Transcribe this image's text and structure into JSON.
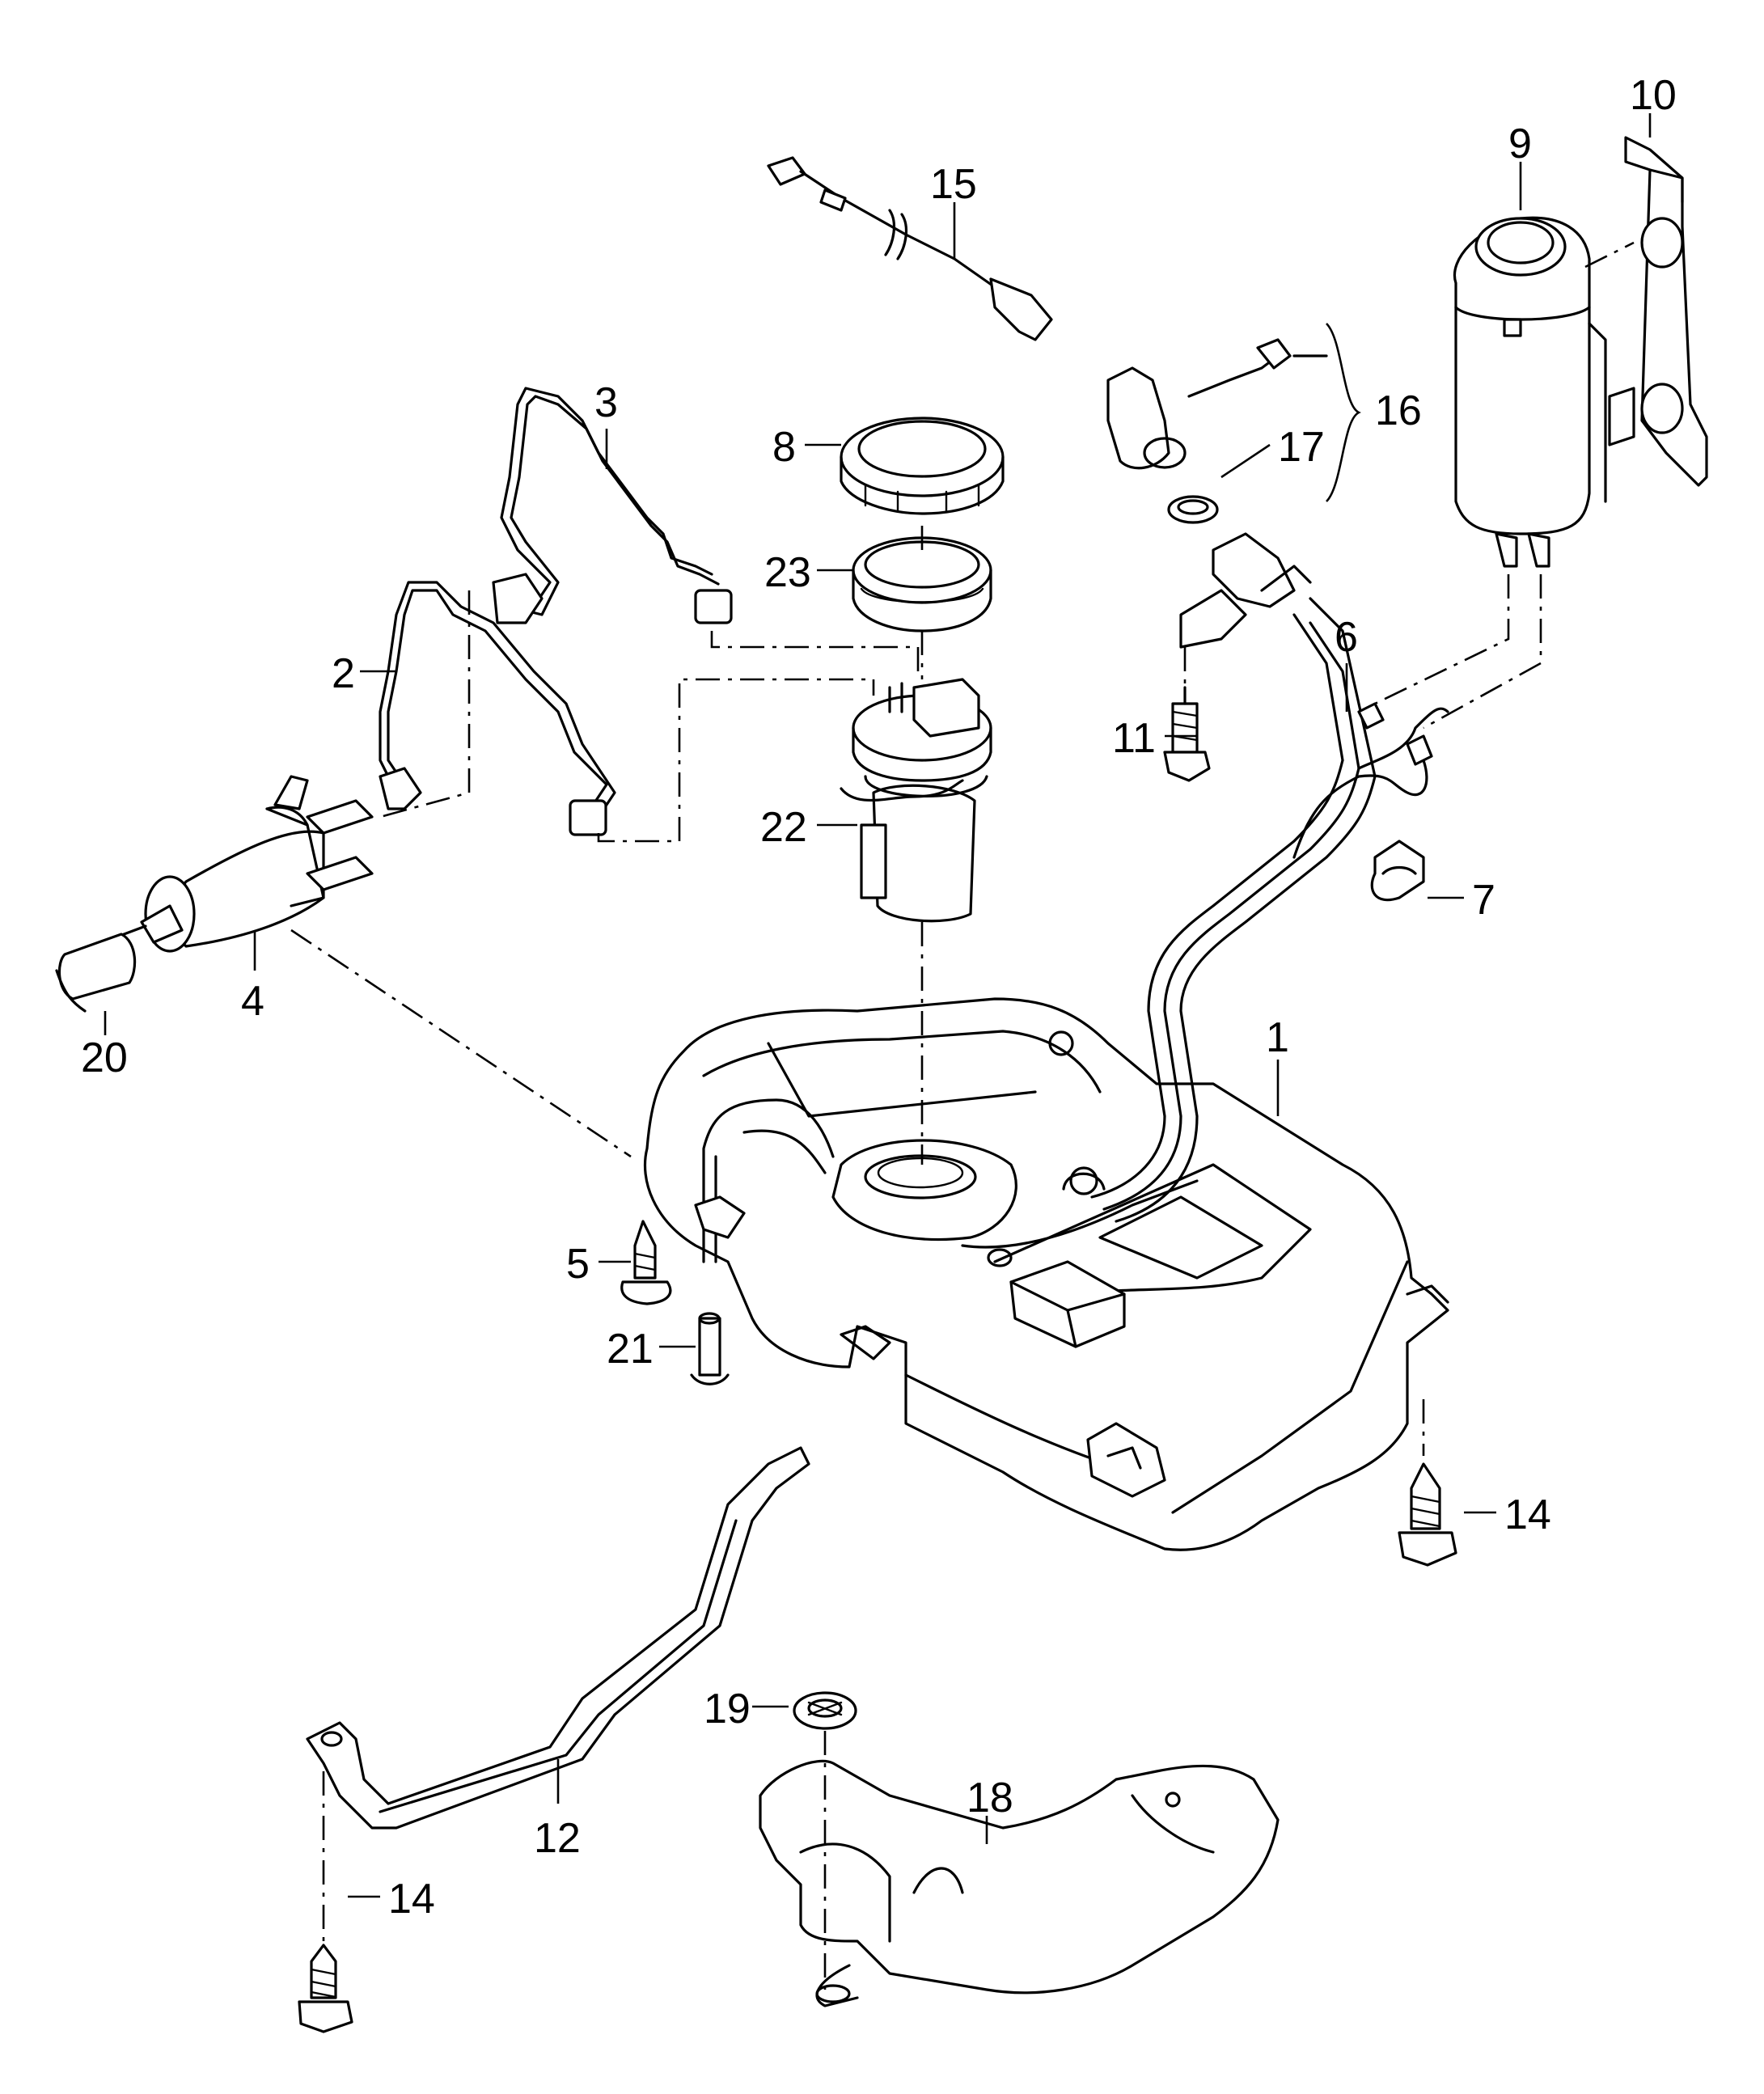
{
  "callouts": {
    "c1": "1",
    "c2": "2",
    "c3": "3",
    "c4": "4",
    "c5": "5",
    "c6": "6",
    "c7": "7",
    "c8": "8",
    "c9": "9",
    "c10": "10",
    "c11": "11",
    "c12": "12",
    "c14a": "14",
    "c14b": "14",
    "c15": "15",
    "c16": "16",
    "c17": "17",
    "c18": "18",
    "c19": "19",
    "c20": "20",
    "c21": "21",
    "c22": "22",
    "c23": "23"
  }
}
